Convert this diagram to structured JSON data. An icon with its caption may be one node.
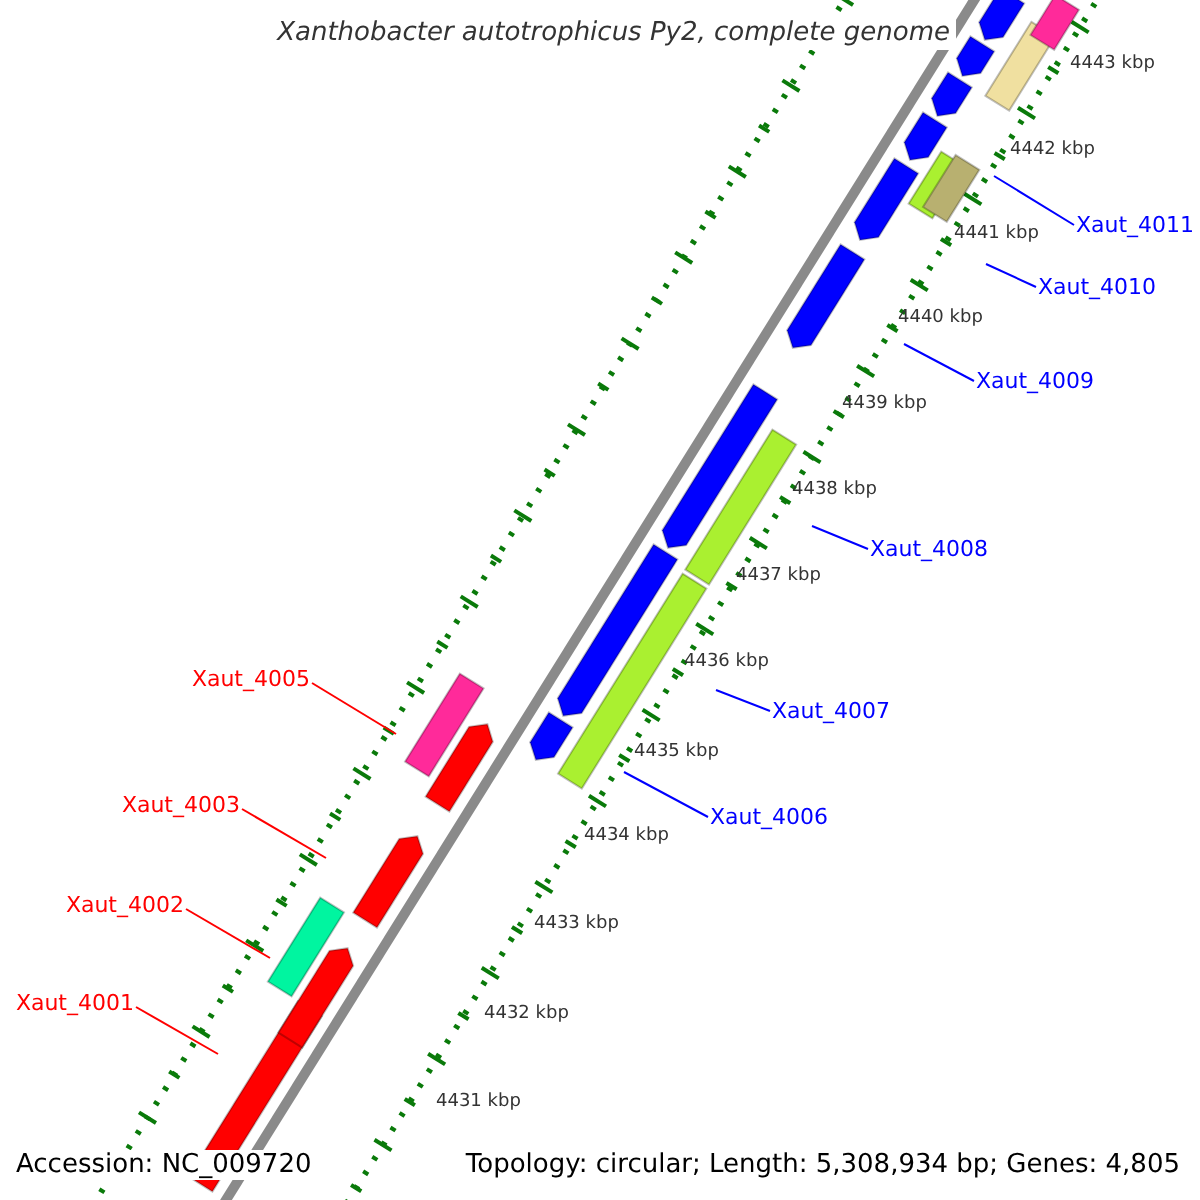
{
  "diagram": {
    "title": "Xanthobacter autotrophicus Py2, complete genome",
    "nodes": [
      {
        "text": [
          "Xaut_4011"
        ]
      },
      {
        "text": [
          "Xaut_4010"
        ]
      },
      {
        "text": [
          "Xaut_4009"
        ]
      },
      {
        "text": [
          "Xaut_4008"
        ]
      },
      {
        "text": [
          "Xaut_4005"
        ]
      },
      {
        "text": [
          "Xaut_4007"
        ]
      },
      {
        "text": [
          "Xaut_4003"
        ]
      },
      {
        "text": [
          "Xaut_4006"
        ]
      },
      {
        "text": [
          "Xaut_4002"
        ]
      },
      {
        "text": [
          "Xaut_4001"
        ]
      }
    ],
    "edges": [
      {
        "from": 0,
        "to": null,
        "arrow": "none"
      },
      {
        "from": 1,
        "to": null,
        "arrow": "none"
      },
      {
        "from": 2,
        "to": null,
        "arrow": "none"
      },
      {
        "from": 3,
        "to": null,
        "arrow": "none"
      },
      {
        "from": 4,
        "to": null,
        "arrow": "none",
        "color": "#ff0000"
      },
      {
        "from": 5,
        "to": null,
        "arrow": "none"
      },
      {
        "from": 6,
        "to": null,
        "arrow": "none",
        "color": "#ff0000"
      },
      {
        "from": 7,
        "to": null,
        "arrow": "none"
      },
      {
        "from": 8,
        "to": null,
        "arrow": "none",
        "color": "#ff0000"
      },
      {
        "from": 9,
        "to": null,
        "arrow": "none",
        "color": "#ff0000"
      }
    ],
    "labels": [
      "4443 kbp",
      "4442 kbp",
      "4441 kbp",
      "4440 kbp",
      "4439 kbp",
      "4438 kbp",
      "4437 kbp",
      "4436 kbp",
      "4435 kbp",
      "4434 kbp",
      "4433 kbp",
      "4432 kbp",
      "4431 kbp",
      "Accession: NC_009720",
      "Topology: circular; Length: 5,308,934 bp; Genes: 4,805"
    ]
  }
}
